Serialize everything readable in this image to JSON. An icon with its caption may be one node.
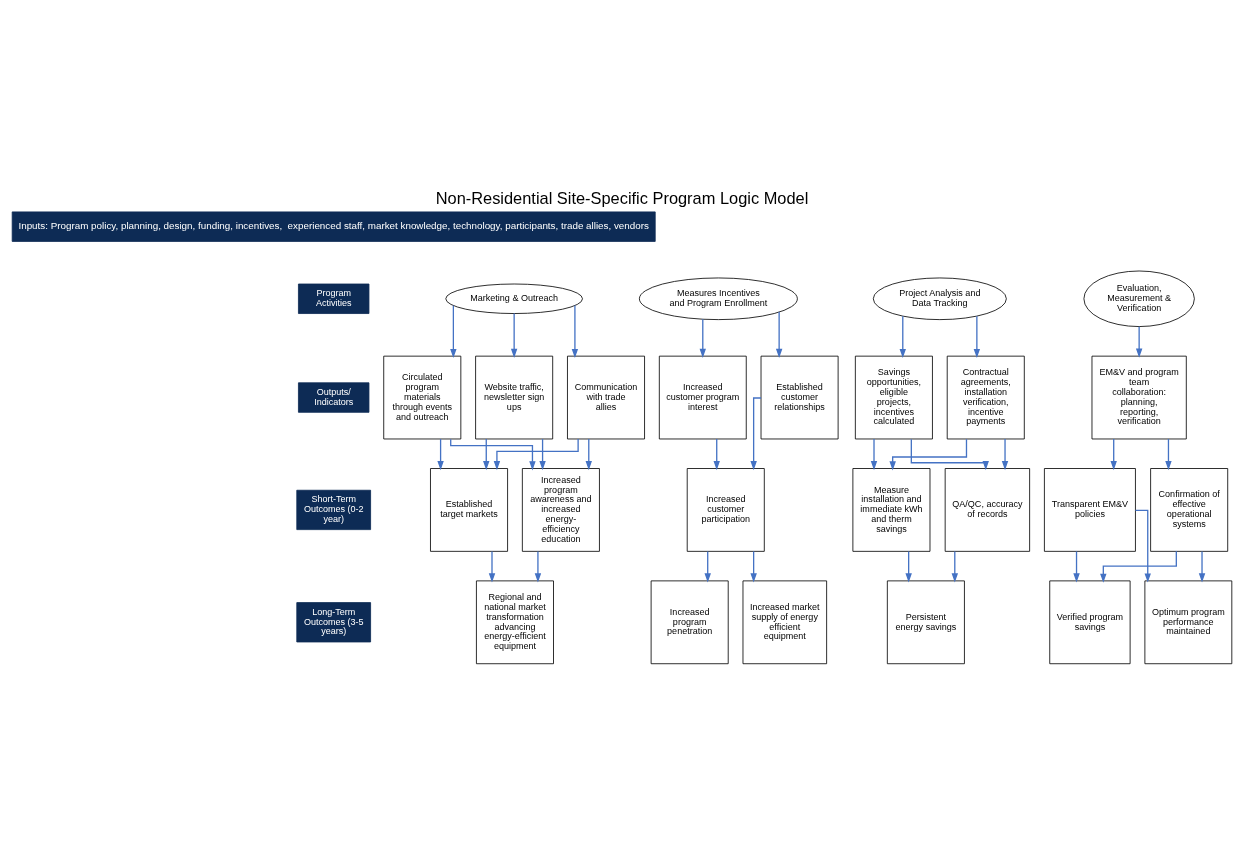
{
  "diagram": {
    "title": "Non-Residential Site-Specific Program Logic Model",
    "nodes": [
      {
        "text": [
          "Inputs: Program policy, planning, design, funding, incentives,  experienced staff, market knowledge, technology, participants, trade allies, vendors"
        ]
      },
      {
        "text": [
          "Program Activities"
        ]
      },
      {
        "text": [
          "Outputs/ Indicators"
        ]
      },
      {
        "text": [
          "Short-Term Outcomes (0-2 year)"
        ]
      },
      {
        "text": [
          "Long-Term Outcomes (3-5 years)"
        ]
      },
      {
        "text": [
          "Marketing & Outreach"
        ]
      },
      {
        "text": [
          "Measures Incentives and Program Enrollment"
        ]
      },
      {
        "text": [
          "Project Analysis and Data Tracking"
        ]
      },
      {
        "text": [
          "Evaluation, Measurement & Verification"
        ]
      },
      {
        "text": [
          "Circulated program materials through events and outreach"
        ]
      },
      {
        "text": [
          "Website traffic, newsletter sign ups"
        ]
      },
      {
        "text": [
          "Communication with trade allies"
        ]
      },
      {
        "text": [
          "Increased customer program interest"
        ]
      },
      {
        "text": [
          "Established customer relationships"
        ]
      },
      {
        "text": [
          "Savings opportunities, eligible projects, incentives calculated"
        ]
      },
      {
        "text": [
          "Contractual agreements, installation verification, incentive payments"
        ]
      },
      {
        "text": [
          "EM&V and program team collaboration: planning, reporting, verification"
        ]
      },
      {
        "text": [
          "Established target markets"
        ]
      },
      {
        "text": [
          "Increased program awareness and increased energy-efficiency education"
        ]
      },
      {
        "text": [
          "Increased customer participation"
        ]
      },
      {
        "text": [
          "Measure installation and immediate kWh and therm savings"
        ]
      },
      {
        "text": [
          "QA/QC, accuracy of records"
        ]
      },
      {
        "text": [
          "Transparent EM&V policies"
        ]
      },
      {
        "text": [
          "Confirmation of effective operational systems"
        ]
      },
      {
        "text": [
          "Regional and national market transformation advancing energy-efficient equipment"
        ]
      },
      {
        "text": [
          "Increased program penetration"
        ]
      },
      {
        "text": [
          "Increased market supply of energy efficient equipment"
        ]
      },
      {
        "text": [
          "Persistent energy savings"
        ]
      },
      {
        "text": [
          "Verified program savings"
        ]
      },
      {
        "text": [
          "Optimum program performance maintained"
        ]
      }
    ],
    "edges": [
      {
        "from": 5,
        "to": 9,
        "arrow": "to"
      },
      {
        "from": 5,
        "to": 10,
        "arrow": "to"
      },
      {
        "from": 5,
        "to": 11,
        "arrow": "to"
      },
      {
        "from": 6,
        "to": 12,
        "arrow": "to"
      },
      {
        "from": 6,
        "to": 13,
        "arrow": "to"
      },
      {
        "from": 7,
        "to": 14,
        "arrow": "to"
      },
      {
        "from": 7,
        "to": 15,
        "arrow": "to"
      },
      {
        "from": 8,
        "to": 16,
        "arrow": "to"
      },
      {
        "from": 9,
        "to": 17,
        "arrow": "to"
      },
      {
        "from": 10,
        "to": 17,
        "arrow": "to"
      },
      {
        "from": 11,
        "to": 17,
        "arrow": "to"
      },
      {
        "from": 9,
        "to": 18,
        "arrow": "to"
      },
      {
        "from": 10,
        "to": 18,
        "arrow": "to"
      },
      {
        "from": 11,
        "to": 18,
        "arrow": "to"
      },
      {
        "from": 12,
        "to": 19,
        "arrow": "to"
      },
      {
        "from": 13,
        "to": 19,
        "arrow": "to"
      },
      {
        "from": 14,
        "to": 20,
        "arrow": "to"
      },
      {
        "from": 15,
        "to": 20,
        "arrow": "to"
      },
      {
        "from": 14,
        "to": 21,
        "arrow": "to"
      },
      {
        "from": 15,
        "to": 21,
        "arrow": "to"
      },
      {
        "from": 16,
        "to": 22,
        "arrow": "to"
      },
      {
        "from": 16,
        "to": 23,
        "arrow": "to"
      },
      {
        "from": 17,
        "to": 24,
        "arrow": "to"
      },
      {
        "from": 18,
        "to": 24,
        "arrow": "to"
      },
      {
        "from": 19,
        "to": 25,
        "arrow": "to"
      },
      {
        "from": 19,
        "to": 26,
        "arrow": "to"
      },
      {
        "from": 20,
        "to": 27,
        "arrow": "to"
      },
      {
        "from": 21,
        "to": 27,
        "arrow": "to"
      },
      {
        "from": 22,
        "to": 28,
        "arrow": "to"
      },
      {
        "from": 23,
        "to": 28,
        "arrow": "to"
      },
      {
        "from": 22,
        "to": 29,
        "arrow": "to"
      },
      {
        "from": 23,
        "to": 29,
        "arrow": "to"
      }
    ]
  }
}
